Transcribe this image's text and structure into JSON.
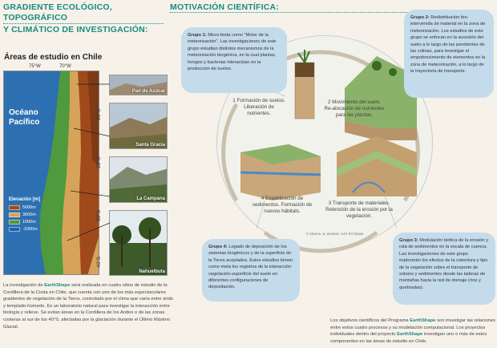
{
  "heading_left": [
    "GRADIENTE ECOLÓGICO, TOPOGRÁFICO",
    "Y CLIMÁTICO DE INVESTIGACIÓN:"
  ],
  "heading_right": "MOTIVACIÓN CIENTÍFICA:",
  "map": {
    "title": "Áreas de estudio en Chile",
    "lon_labels": [
      "75°W",
      "70°W"
    ],
    "lat_labels": [
      "20°S",
      "25°S",
      "30°S",
      "40°S"
    ],
    "ocean": [
      "Océano",
      "Pacífico"
    ],
    "legend_title": "Elevación [m]",
    "legend": [
      {
        "label": "5000m",
        "color": "#a04a1c"
      },
      {
        "label": "3000m",
        "color": "#d7a35a"
      },
      {
        "label": "1000m",
        "color": "#4e9a3c"
      },
      {
        "label": "-1000m",
        "color": "#1f64b4"
      }
    ]
  },
  "sites": [
    "Pan de Azúcar",
    "Santa Gracia",
    "La Campana",
    "Nahuelbuta"
  ],
  "intro_left": {
    "p1": "La investigación de ",
    "brand": "EarthShape",
    "p2": " será realizada en cuatro sitios de estudio de la Cordillera de la Costa en Chile, que cuenta con uno de los más espectaculares gradientes de vegetación de la Tierra, controlado por el clima que varía entre árido y templado-húmedo. Es un laboratorio natural para investigar la interacción entre biología y relieve. Se evitan áreas en la Cordillera de los Andes o de las zonas costeras al sur de los 40°S, afectadas por la glaciación durante el Último Máximo Glacial."
  },
  "groups": [
    {
      "label": "Grupo 1:",
      "text": " Micro-biota como \"Motor de la meteorización\". Las investigaciones de este grupo estudian distintos mecanismos de la meteorización biogénica, en la cual plantas, hongos y bacterias interactúan en la producción de suelos."
    },
    {
      "label": "Grupo 2:",
      "text": " Redistribución bio-intervenida de material en la zona de meteorización. Los estudios de este grupo se enfocan en la sucesión del suelo a lo largo de las pendientes de las colinas, para investigar el empobrecimiento de elementos en la zona de meteorización, a lo largo de la trayectoria de transporte."
    },
    {
      "label": "Grupo 3:",
      "text": " Modulación biótica de la erosión y ruta de sedimentos en la escala de cuenca. Las investigaciones de este grupo explorarán los efectos de la cobertura y tipo de la vegetación sobre el transporte de solutos y sedimentos desde las laderas de montañas hacia la red de drenaje (ríos y quebradas)."
    },
    {
      "label": "Grupo 4:",
      "text": " Legado de deposición de los sistemas biogénicos y de la superficie de la Tierra acoplados. Estos estudios tienen como meta los registros de la interacción vegetación-superficie del suelo en diferentes configuraciones de depositación."
    }
  ],
  "steps": [
    "1 Formación de suelos. Liberación de nutrientes.",
    "2 Movimiento del suelo. Re-alocación de nutrientes para las plantas.",
    "3 Transporte de materiales. Retención de la erosión por la vegetación.",
    "4 Estabilización de sedimentos. Formación de nuevos hábitats."
  ],
  "credit": "© GRAFIK: M. BOBSIN / GFZ POTSDAM",
  "intro_right": {
    "p1": "Los objetivos científicos del Programa ",
    "brand1": "EarthShape",
    "p2": " son investigar las relaciones entre estos cuatro procesos y su modelación computacional. Los proyectos individuales dentro del proyecto ",
    "brand2": "EarthShape",
    "p3": " investigan uno o más de estos componentes en las áreas de estudio en Chile."
  },
  "colors": {
    "accent": "#1a8a7e",
    "bubble": "#c4dbec"
  }
}
